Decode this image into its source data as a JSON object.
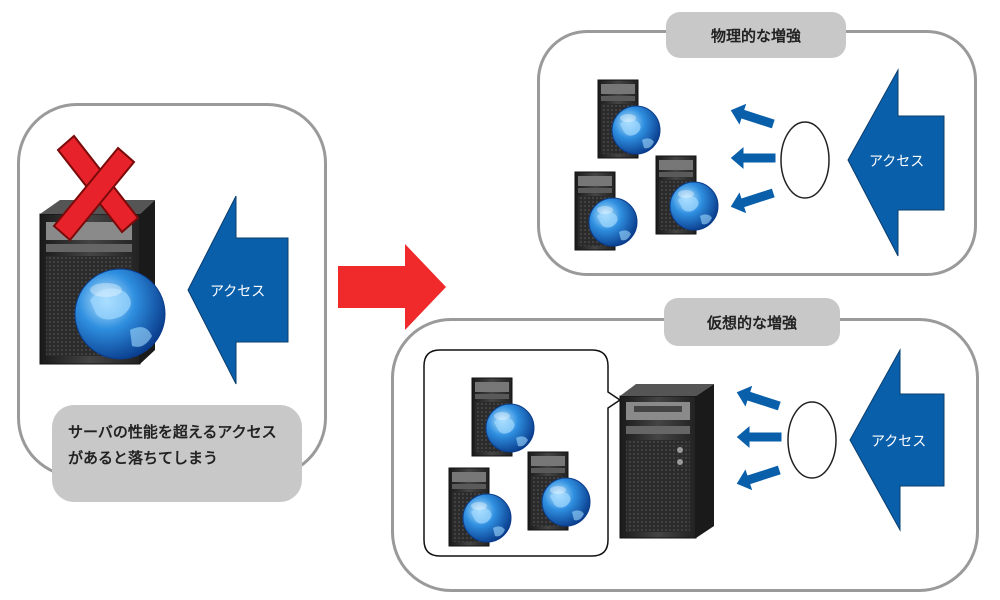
{
  "left": {
    "access_label": "アクセス",
    "caption_line1": "サーバの性能を超えるアクセス",
    "caption_line2": "があると落ちてしまう"
  },
  "physical": {
    "title": "物理的な増強",
    "access_label": "アクセス"
  },
  "virtual": {
    "title": "仮想的な増強",
    "access_label": "アクセス"
  },
  "colors": {
    "arrow_blue": "#0a5fab",
    "cross_red": "#e8222a",
    "transition_red": "#f02a2a",
    "panel_border": "#9a9a9a",
    "badge_gray": "#c8c8c8"
  }
}
